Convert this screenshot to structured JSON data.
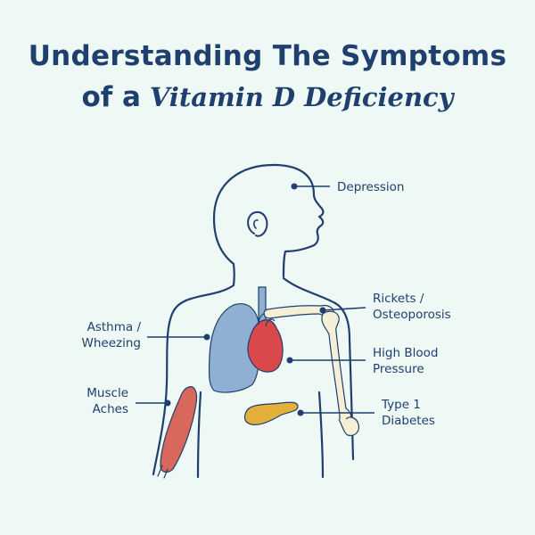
{
  "title": {
    "line1": "Understanding The Symptoms",
    "line2_prefix": "of a",
    "line2_emphasis": "Vitamin D Deficiency"
  },
  "labels": {
    "depression": "Depression",
    "rickets_line1": "Rickets /",
    "rickets_line2": "Osteoporosis",
    "high_blood_pressure_line1": "High Blood",
    "high_blood_pressure_line2": "Pressure",
    "type1_diabetes_line1": "Type 1",
    "type1_diabetes_line2": "Diabetes",
    "asthma_line1": "Asthma /",
    "asthma_line2": "Wheezing",
    "muscle_line1": "Muscle",
    "muscle_line2": "Aches"
  },
  "colors": {
    "background": "#eef8f4",
    "outline": "#1f3f6e",
    "lung": "#8fb0d2",
    "heart": "#d9484b",
    "pancreas": "#e3b03c",
    "bone": "#f5efd6",
    "muscle": "#d9685c"
  }
}
